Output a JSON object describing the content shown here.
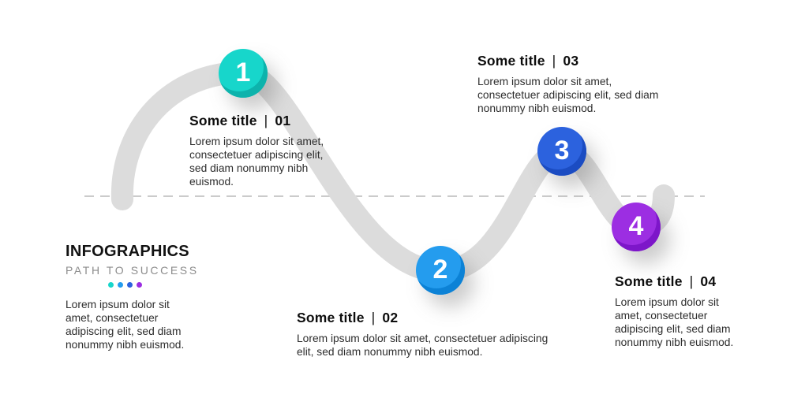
{
  "brand": {
    "title": "INFOGRAPHICS",
    "subtitle": "PATH TO SUCCESS",
    "description": "Lorem ipsum dolor sit amet, consectetuer adipiscing elit, sed diam nonummy nibh euismod."
  },
  "separator": "|",
  "steps": [
    {
      "number": "1",
      "title": "Some title",
      "label": "01",
      "description": "Lorem ipsum dolor sit amet, consectetuer adipiscing elit, sed diam nonummy nibh euismod.",
      "color": "#17d6cb",
      "color_dark": "#0db3ac"
    },
    {
      "number": "2",
      "title": "Some title",
      "label": "02",
      "description": "Lorem ipsum dolor sit amet, consectetuer adipiscing elit, sed diam nonummy nibh euismod.",
      "color": "#249cee",
      "color_dark": "#0c82d6"
    },
    {
      "number": "3",
      "title": "Some title",
      "label": "03",
      "description": "Lorem ipsum dolor sit amet, consectetuer adipiscing elit, sed diam nonummy nibh euismod.",
      "color": "#2c62de",
      "color_dark": "#1b4cc2"
    },
    {
      "number": "4",
      "title": "Some title",
      "label": "04",
      "description": "Lorem ipsum dolor sit amet, consectetuer adipiscing elit, sed diam nonummy nibh euismod.",
      "color": "#9c2ee2",
      "color_dark": "#7d16c9"
    }
  ],
  "path": {
    "color": "#dcdcdc",
    "dash_color": "#cbcbcb"
  }
}
